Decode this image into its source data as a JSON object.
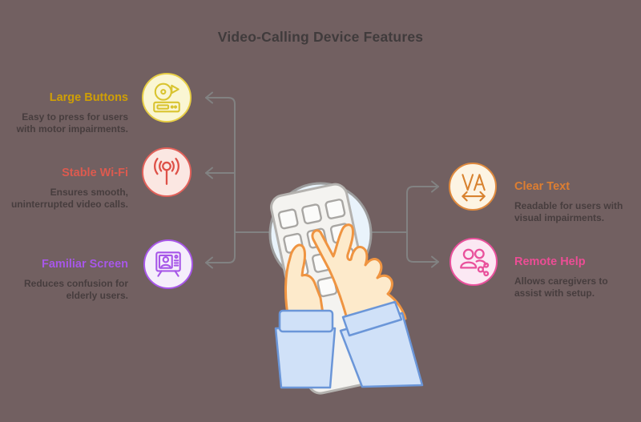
{
  "title": "Video-Calling Device Features",
  "features": {
    "left": [
      {
        "heading": "Large Buttons",
        "description": "Easy to press for users with motor impairments.",
        "accent": "#cf9f05",
        "icon": "media-player-icon",
        "icon_bg": "#faf6d3",
        "icon_border": "#e7ce45"
      },
      {
        "heading": "Stable Wi-Fi",
        "description": "Ensures smooth, uninterrupted video calls.",
        "accent": "#dd5a4f",
        "icon": "antenna-signal-icon",
        "icon_bg": "#fbe7e2",
        "icon_border": "#e2615a"
      },
      {
        "heading": "Familiar Screen",
        "description": "Reduces confusion for elderly users.",
        "accent": "#a757e8",
        "icon": "tv-with-person-icon",
        "icon_bg": "#f5eefb",
        "icon_border": "#a757e8"
      }
    ],
    "right": [
      {
        "heading": "Clear Text",
        "description": "Readable for users with visual impairments.",
        "accent": "#dd7e31",
        "icon": "va-letter-spacing-icon",
        "icon_bg": "#fdf4e3",
        "icon_border": "#df8a3e"
      },
      {
        "heading": "Remote Help",
        "description": "Allows caregivers to assist with setup.",
        "accent": "#ec4d95",
        "icon": "people-share-icon",
        "icon_bg": "#fbe8f3",
        "icon_border": "#e9519c"
      }
    ]
  },
  "center_illustration": "hands-holding-button-device",
  "colors": {
    "background": "#726061",
    "title_text": "#403b3c",
    "description_text": "#473d3e",
    "connector": "#828282",
    "circle_fill": "#e9f3fb",
    "sleeve_blue": "#d0e1f8",
    "skin": "#fdeacb",
    "skin_outline": "#ef9441"
  }
}
